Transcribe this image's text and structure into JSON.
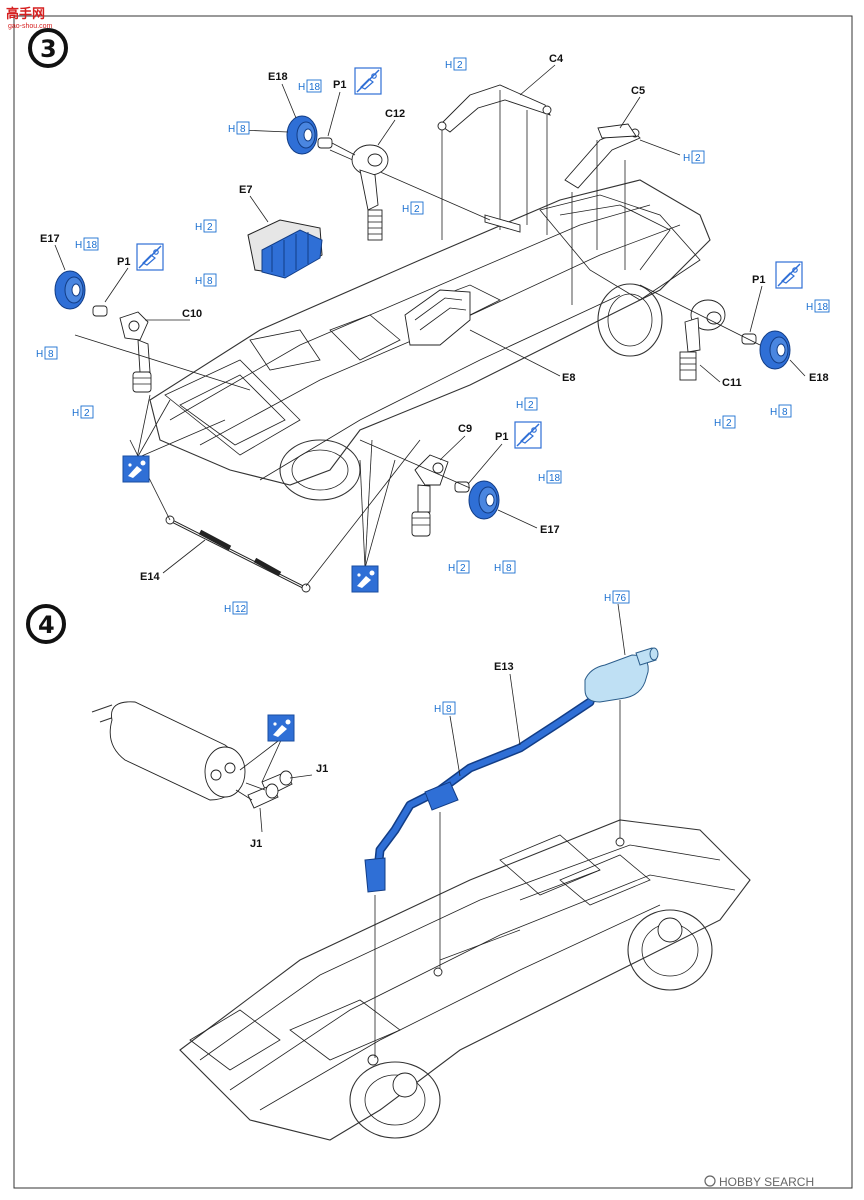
{
  "site_logo": {
    "main": "高手网",
    "sub": "gao-shou.com"
  },
  "steps": [
    {
      "number": "3"
    },
    {
      "number": "4"
    }
  ],
  "step3": {
    "labels": {
      "e18_top": "E18",
      "p1_top": "P1",
      "c12": "C12",
      "c4": "C4",
      "c5": "C5",
      "e7": "E7",
      "e17_left": "E17",
      "p1_left": "P1",
      "c10": "C10",
      "p1_right": "P1",
      "e18_right": "E18",
      "c11": "C11",
      "e8": "E8",
      "c9": "C9",
      "p1_mid": "P1",
      "e17_mid": "E17",
      "e14": "E14"
    },
    "paint": {
      "h": "H",
      "h18_top": "18",
      "h8_top": "8",
      "h2_c12": "2",
      "h2_c4": "2",
      "h2_c5": "2",
      "h2_e7": "2",
      "h8_e7": "8",
      "h18_left": "18",
      "h8_left": "8",
      "h2_left": "2",
      "h18_right": "18",
      "h8_right": "8",
      "h2_c11": "2",
      "h2_e8": "2",
      "h18_mid": "18",
      "h8_mid": "8",
      "h2_c9": "2",
      "h12_e14": "12"
    }
  },
  "step4": {
    "labels": {
      "e13": "E13",
      "j1_top": "J1",
      "j1_bottom": "J1"
    },
    "paint": {
      "h": "H",
      "h76": "76",
      "h8": "8"
    }
  },
  "watermark": {
    "brand": "HOBBY SEARCH"
  },
  "colors": {
    "part_blue": "#2f6fd6",
    "paint_label": "#1a6fd0",
    "muffler_light_blue": "#bfe0f4"
  },
  "icons": [
    "glue-icon",
    "no-glue-icon"
  ]
}
